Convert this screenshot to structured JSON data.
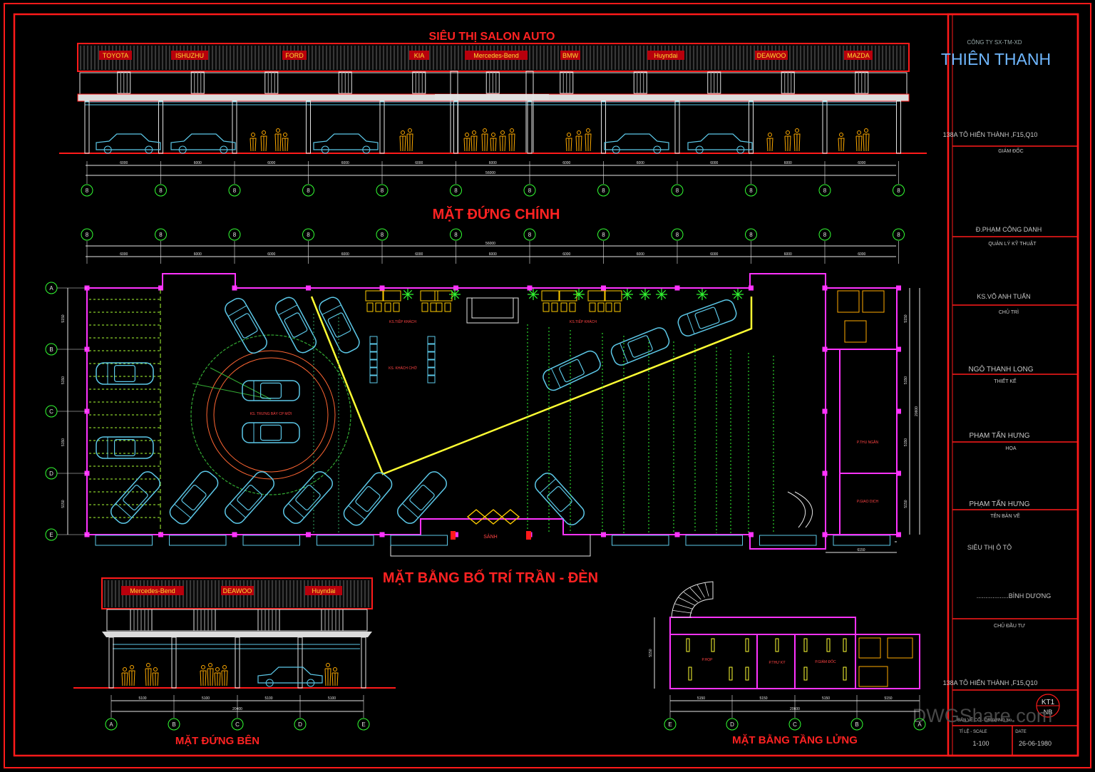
{
  "titles": {
    "facade_banner": "SIÊU THỊ SALON AUTO",
    "front_elevation": "MẶT ĐỨNG CHÍNH",
    "ceiling_plan": "MẶT BẰNG BỐ TRÍ TRẦN - ĐÈN",
    "side_elevation": "MẶT ĐỨNG BÊN",
    "mezzanine_plan": "MẶT BẰNG TẦNG LỬNG"
  },
  "front_brands": [
    "TOYOTA",
    "ISHUZHU",
    "FORD",
    "KIA",
    "Mercedes-Bend",
    "BMW",
    "Huyndai",
    "DEAWOO",
    "MAZDA"
  ],
  "side_brands": [
    "Mercedes-Bend",
    "DEAWOO",
    "Huyndai"
  ],
  "dims": {
    "bay": "6000",
    "overall": "56000",
    "plan_rows": [
      "5150",
      "5150",
      "5150",
      "5150"
    ],
    "plan_height": "20600",
    "plan_right": "6150",
    "side_bays": [
      "5100",
      "5100",
      "5100",
      "5100"
    ],
    "side_total": "20400",
    "mezz_bays": [
      "5150",
      "5150",
      "5150",
      "5150"
    ],
    "mezz_total": "20600",
    "mezz_height": "5150"
  },
  "grid": {
    "col_bubble": "8",
    "row_axes": [
      "A",
      "B",
      "C",
      "D",
      "E"
    ],
    "side_axes": [
      "A",
      "B",
      "C",
      "D",
      "E"
    ],
    "mezz_axes": [
      "E",
      "D",
      "C",
      "B",
      "A"
    ]
  },
  "plan_labels": {
    "reception_1": "KS.TIẾP KHÁCH",
    "reception_2": "KS.TIẾP KHÁCH",
    "waiting": "KS. KHÁCH CHỜ",
    "display": "KS. TRƯNG BÀY CP MỚI",
    "cashier": "P.THU NGÂN",
    "transaction": "P.GIAO DỊCH",
    "entrance": "SẢNH"
  },
  "mezz_labels": {
    "meeting": "P.HỌP",
    "secretary": "P.THƯ KÝ",
    "director": "P.GIÁM ĐỐC"
  },
  "title_block": {
    "company_type": "CÔNG TY SX-TM-XD",
    "company_name": "THIÊN THANH",
    "address_1": "138A TÔ HIẾN THÀNH ,F15,Q10",
    "role_director": "GIÁM ĐỐC",
    "name_director": "Đ.PHẠM CÔNG DANH",
    "role_tech": "QUẢN LÝ KỸ THUẬT",
    "name_tech": "KS.VÕ ANH TUẤN",
    "role_lead": "CHỦ TRÌ",
    "name_lead": "NGÔ THANH LONG",
    "role_design": "THIẾT KẾ",
    "name_design": "PHẠM TẤN HƯNG",
    "role_draw": "HỌA",
    "name_draw": "PHẠM TẤN HƯNG",
    "role_sheet": "TÊN BẢN VẼ",
    "sheet_name": "SIÊU THỊ Ô TÔ",
    "location": "..................BÌNH DƯƠNG",
    "role_owner": "CHỦ ĐẦU TƯ",
    "address_2": "138A TÔ HIẾN THÀNH ,F15,Q10",
    "drawing_no_label": "BẢN VẼ CỐ - DRAWING No.",
    "drawing_no": "KT1",
    "drawing_sub": "NB",
    "scale_label": "TỈ LỆ - SCALE",
    "date_label": "DATE",
    "scale": "1-100",
    "date": "26-06-1980"
  },
  "watermark": "DWGShare.com",
  "colors": {
    "frame": "#ff1a1a",
    "magenta": "#ff33ff",
    "cyan": "#5cc8e8",
    "yellow": "#ffff33",
    "green": "#33ff33",
    "orange": "#ffaa00",
    "white": "#e6e6e6"
  }
}
